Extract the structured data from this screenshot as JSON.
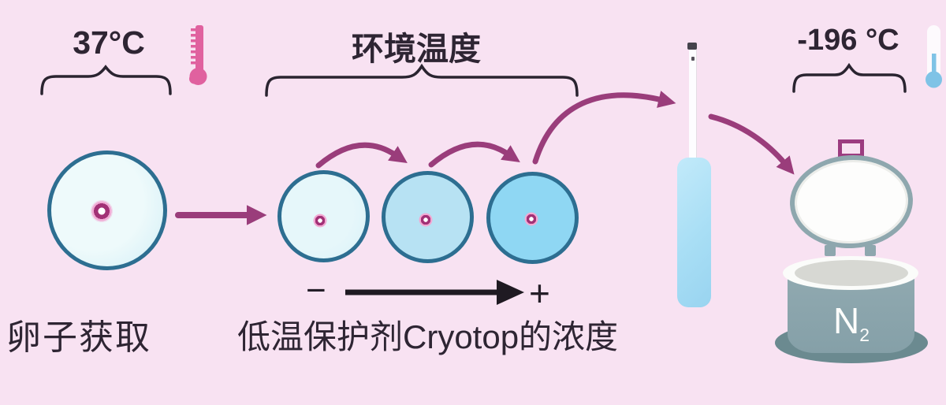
{
  "diagram": {
    "stage_retrieval": {
      "temperature": "37°C",
      "label": "卵子获取"
    },
    "stage_equilibration": {
      "temperature": "环境温度",
      "axis_minus": "−",
      "axis_plus": "+",
      "axis_label": "低温保护剂Cryotop的浓度"
    },
    "stage_storage": {
      "temperature": "-196 °C",
      "tank_element": "N",
      "tank_subscript": "2"
    },
    "icons": {
      "warm_thermometer": "thermometer-warm-icon",
      "cold_thermometer": "thermometer-cold-icon",
      "cryotop_device": "cryotop-stick",
      "nitrogen_tank": "liquid-nitrogen-tank"
    },
    "colors": {
      "background": "#f8e2f2",
      "arrow_purple": "#9a3d7b",
      "axis_black": "#1f1a22",
      "egg_border": "#2d6e91",
      "egg_fill_light": "#e9f8fa",
      "egg_fill_medium": "#b7e2f3",
      "egg_fill_dark": "#8fd7f3",
      "nucleus": "#a23176",
      "thermometer_warm": "#e0619f",
      "thermometer_cold": "#7fc3e6",
      "cryotop_handle": "#a8def5",
      "tank_body": "#8ba6ad",
      "tank_lid_ring": "#8ea7ae",
      "tank_handle": "#9c3c80"
    }
  }
}
